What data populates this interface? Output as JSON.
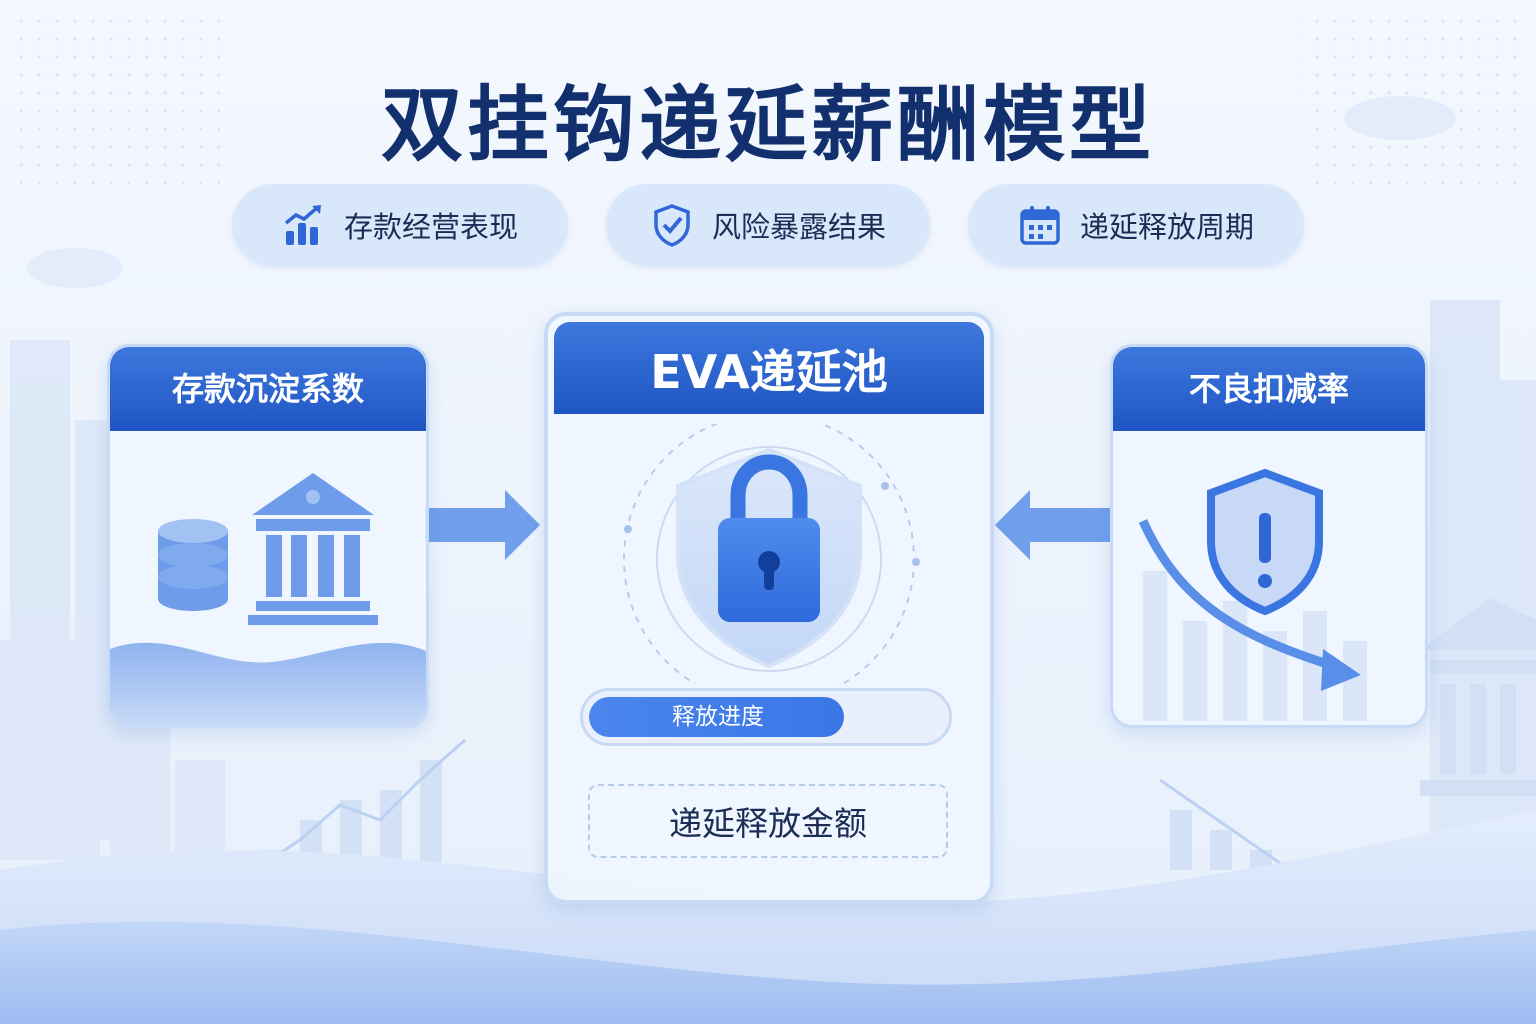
{
  "title": "双挂钩递延薪酬模型",
  "pills": [
    {
      "label": "存款经营表现",
      "icon": "bar-chart-growth-icon"
    },
    {
      "label": "风险暴露结果",
      "icon": "shield-check-icon"
    },
    {
      "label": "递延释放周期",
      "icon": "calendar-icon"
    }
  ],
  "left_card": {
    "title": "存款沉淀系数",
    "icons": [
      "coin-stack-icon",
      "bank-building-icon"
    ]
  },
  "center_card": {
    "title": "EVA递延池",
    "icon": "padlock-shield-icon",
    "progress_label": "释放进度",
    "progress": 0.72,
    "amount_label": "递延释放金额"
  },
  "right_card": {
    "title": "不良扣减率",
    "icons": [
      "shield-alert-icon",
      "down-trend-arrow-icon"
    ]
  },
  "colors": {
    "title": "#13306e",
    "header_blue": "#2a62cf",
    "accent": "#3f7ce8",
    "pill_bg": "#d5e4fa",
    "text": "#1b2d55"
  }
}
